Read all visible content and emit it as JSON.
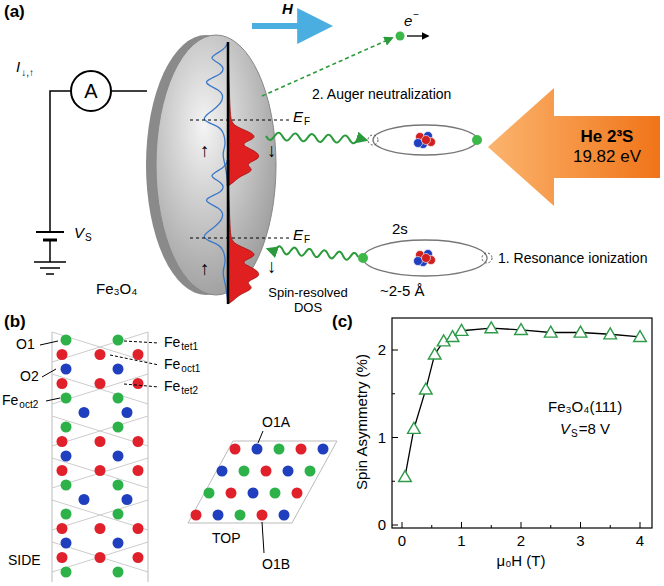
{
  "diagram": {
    "nodes": [
      {
        "text": [
          "A"
        ]
      },
      {
        "text": [
          "He 2³S",
          "19.82 eV"
        ]
      }
    ],
    "labels": [
      "(a)",
      "H",
      "I",
      "↓,↑",
      "V",
      "S",
      "e",
      "−",
      "2. Auger neutralization",
      "E",
      "F",
      "↑",
      "↓",
      "E",
      "F",
      "↑",
      "↓",
      "1. Resonance ionization",
      "2s",
      "~2-5 Å",
      "Fe₃O₄",
      "Spin-resolved DOS",
      "(b)",
      "O1",
      "O2",
      "Fe",
      "tet1",
      "Fe",
      "oct1",
      "Fe",
      "tet2",
      "Fe",
      "oct2",
      "SIDE",
      "TOP",
      "O1A",
      "O1B",
      "(c)",
      "Spin Asymmetry (%)",
      "μ₀H (T)",
      "0",
      "1",
      "2",
      "0",
      "1",
      "2",
      "3",
      "4",
      "Fe₃O₄(111)",
      "V",
      "S",
      "=8 V"
    ]
  }
}
